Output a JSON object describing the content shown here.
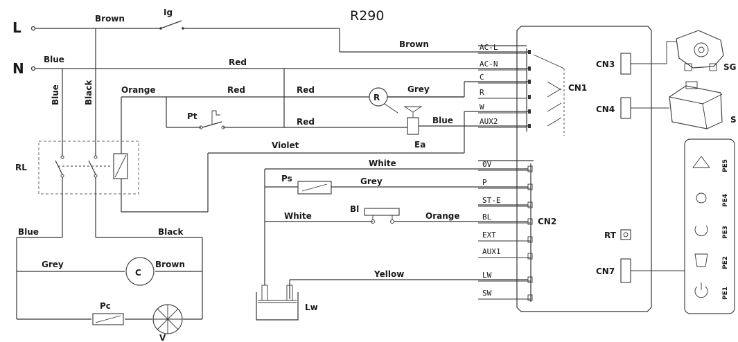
{
  "title": "R290",
  "mains": {
    "line": "L",
    "neutral": "N"
  },
  "components": {
    "ignition_switch": "Ig",
    "relay": "RL",
    "thermostat_switch": "Pt",
    "room_thermostat": "R",
    "gas_valve": "Ea",
    "pressure_switch": "Ps",
    "blocking": "Bl",
    "level_sensor": "Lw",
    "compressor": "C",
    "compressor_protector": "Pc",
    "fan": "V",
    "remote_sensor": "RT"
  },
  "connectors": {
    "cn1": "CN1",
    "cn2": "CN2",
    "cn3": "CN3",
    "cn4": "CN4",
    "cn7": "CN7"
  },
  "cn1_terminals": [
    "AC-L",
    "AC-N",
    "C",
    "R",
    "W",
    "AUX2"
  ],
  "cn2_terminals": [
    "0V",
    "P",
    "ST-E",
    "BL",
    "EXT",
    "AUX1",
    "LW",
    "SW"
  ],
  "peripherals": {
    "sg": "SG",
    "s": "S"
  },
  "panel_buttons": [
    "PE5",
    "PE4",
    "PE3",
    "PE2",
    "PE1"
  ],
  "wire_labels": {
    "brown_top": "Brown",
    "brown_acl": "Brown",
    "blue_n": "Blue",
    "red_n": "Red",
    "blue_vertical": "Blue",
    "black_vertical": "Black",
    "orange_top": "Orange",
    "red_mid1": "Red",
    "red_mid2": "Red",
    "grey_r": "Grey",
    "red_pt": "Red",
    "blue_ea": "Blue",
    "violet": "Violet",
    "white_0v": "White",
    "grey_p": "Grey",
    "white_bl": "White",
    "orange_bl": "Orange",
    "yellow_lw": "Yellow",
    "blue_left": "Blue",
    "black_right": "Black",
    "grey_c": "Grey",
    "brown_c": "Brown"
  }
}
